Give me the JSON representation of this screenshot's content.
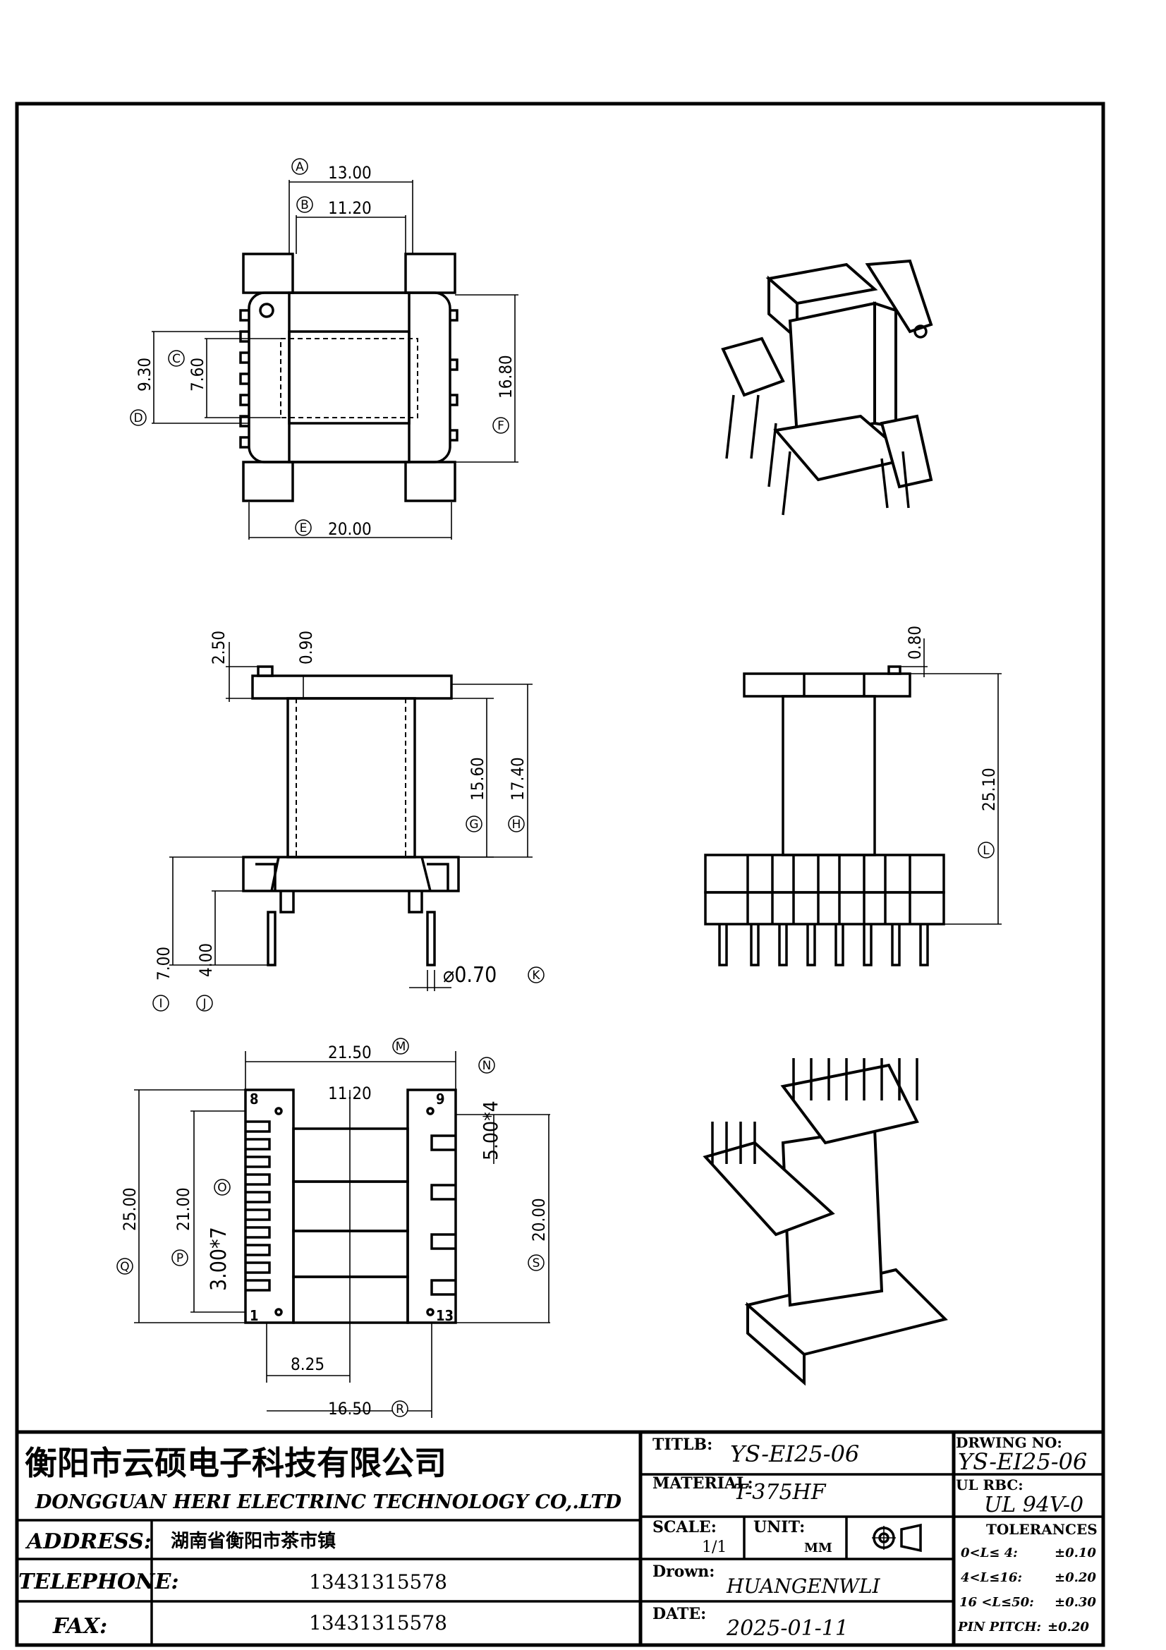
{
  "dimensions": {
    "top_view": {
      "a": "13.00",
      "b": "11.20",
      "c": "9.30",
      "d": "7.60",
      "e": "20.00",
      "f": "16.80"
    },
    "side_view": {
      "h1": "2.50",
      "h2": "0.90",
      "h3": "15.60",
      "h4": "17.40",
      "h5": "7.00",
      "h6": "4.00",
      "pin_dia": "⌀0.70"
    },
    "front_view": {
      "top": "0.80",
      "height": "25.10"
    },
    "bottom_view": {
      "width": "21.50",
      "core": "11.20",
      "pitch_right": "5.00*4",
      "height": "25.00",
      "inner": "21.00",
      "pitch_left": "3.00*7",
      "right_span": "20.00",
      "half": "8.25",
      "span": "16.50"
    },
    "pin_numbers": [
      "8",
      "9",
      "1",
      "13"
    ]
  },
  "callouts": [
    "A",
    "B",
    "C",
    "D",
    "E",
    "F",
    "G",
    "H",
    "I",
    "J",
    "K",
    "L",
    "M",
    "N",
    "O",
    "P",
    "Q",
    "R",
    "S"
  ],
  "title_block": {
    "company_cn": "衡阳市云硕电子科技有限公司",
    "company_en": "DONGGUAN HERI ELECTRINC TECHNOLOGY CO,.LTD",
    "address_label": "ADDRESS:",
    "address_value": "湖南省衡阳市茶市镇",
    "telephone_label": "TELEPHONE:",
    "telephone_value": "13431315578",
    "fax_label": "FAX:",
    "fax_value": "13431315578",
    "title_label": "TITLB:",
    "title_value": "YS-EI25-06",
    "material_label": "MATERIAL:",
    "material_value": "T-375HF",
    "scale_label": "SCALE:",
    "scale_value": "1/1",
    "unit_label": "UNIT:",
    "unit_value": "MM",
    "drawn_label": "Drown:",
    "drawn_value": "HUANGENWLI",
    "date_label": "DATE:",
    "date_value": "2025-01-11",
    "drawing_no_label": "DRWING NO:",
    "drawing_no_value": "YS-EI25-06",
    "ul_label": "UL RBC:",
    "ul_value": "UL 94V-0",
    "tolerances_label": "TOLERANCES",
    "tolerances": [
      {
        "range": "0<L≤ 4:",
        "value": "±0.10"
      },
      {
        "range": "4<L≤16:",
        "value": "±0.20"
      },
      {
        "range": "16 <L≤50:",
        "value": "±0.30"
      },
      {
        "range": "PIN PITCH:",
        "value": "±0.20"
      }
    ]
  }
}
